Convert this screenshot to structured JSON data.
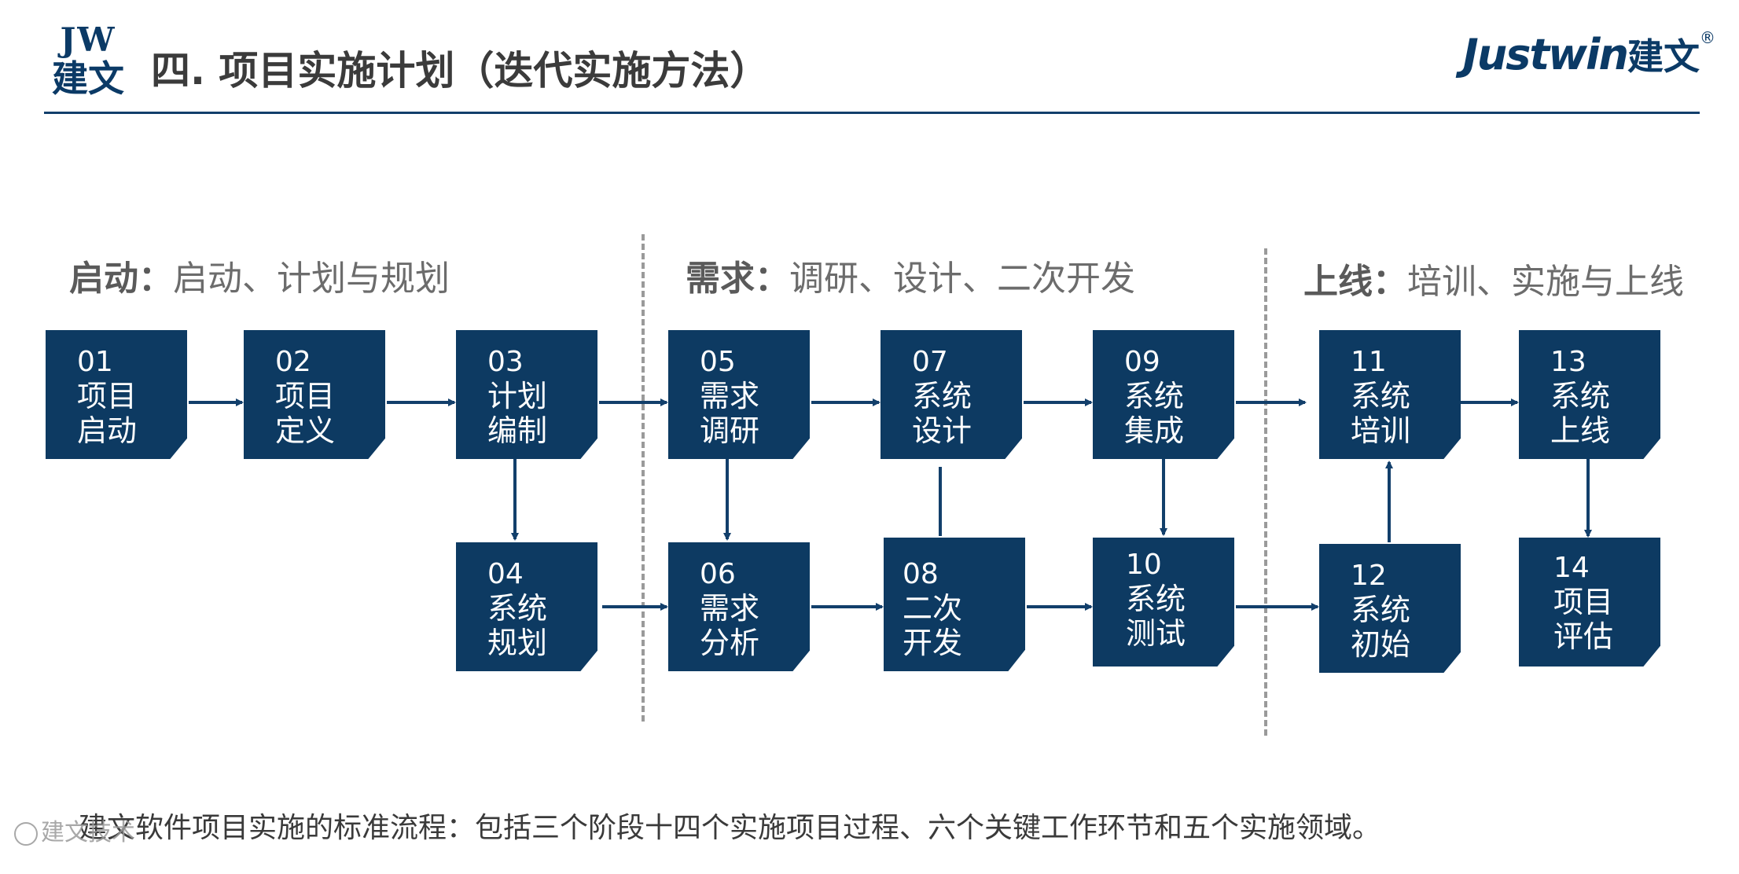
{
  "header": {
    "logo_left_top": "JW",
    "logo_left_bottom": "建文",
    "title": "四. 项目实施计划（迭代实施方法）",
    "logo_right_en": "Justwin",
    "logo_right_cn": "建文",
    "logo_right_reg": "®"
  },
  "phases": [
    {
      "bold": "启动：",
      "text": "启动、计划与规划"
    },
    {
      "bold": "需求：",
      "text": "调研、设计、二次开发"
    },
    {
      "bold": "上线：",
      "text": "培训、实施与上线"
    }
  ],
  "steps": [
    {
      "num": "01",
      "line1": "项目",
      "line2": "启动"
    },
    {
      "num": "02",
      "line1": "项目",
      "line2": "定义"
    },
    {
      "num": "03",
      "line1": "计划",
      "line2": "编制"
    },
    {
      "num": "04",
      "line1": "系统",
      "line2": "规划"
    },
    {
      "num": "05",
      "line1": "需求",
      "line2": "调研"
    },
    {
      "num": "06",
      "line1": "需求",
      "line2": "分析"
    },
    {
      "num": "07",
      "line1": "系统",
      "line2": "设计"
    },
    {
      "num": "08",
      "line1": "二次",
      "line2": "开发"
    },
    {
      "num": "09",
      "line1": "系统",
      "line2": "集成"
    },
    {
      "num": "10",
      "line1": "系统",
      "line2": "测试"
    },
    {
      "num": "11",
      "line1": "系统",
      "line2": "培训"
    },
    {
      "num": "12",
      "line1": "系统",
      "line2": "初始"
    },
    {
      "num": "13",
      "line1": "系统",
      "line2": "上线"
    },
    {
      "num": "14",
      "line1": "项目",
      "line2": "评估"
    }
  ],
  "footer": {
    "text": "建文软件项目实施的标准流程：包括三个阶段十四个实施项目过程、六个关键工作环节和五个实施领域。"
  },
  "watermark": "建文技术",
  "colors": {
    "box": "#0d3a62",
    "arrow": "#123f6b",
    "divider": "#9a9a9a"
  }
}
